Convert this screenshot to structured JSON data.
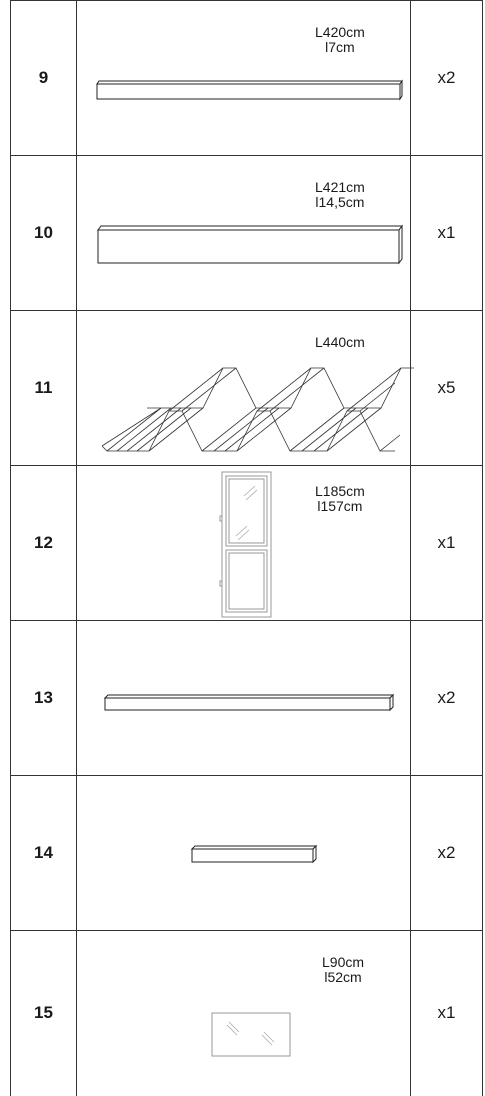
{
  "parts": [
    {
      "number": "9",
      "quantity": "x2",
      "length": "L420cm",
      "width": "l7cm"
    },
    {
      "number": "10",
      "quantity": "x1",
      "length": "L421cm",
      "width": "l14,5cm"
    },
    {
      "number": "11",
      "quantity": "x5",
      "length": "L440cm",
      "width": ""
    },
    {
      "number": "12",
      "quantity": "x1",
      "length": "L185cm",
      "width": "l157cm"
    },
    {
      "number": "13",
      "quantity": "x2",
      "length": "",
      "width": ""
    },
    {
      "number": "14",
      "quantity": "x2",
      "length": "",
      "width": ""
    },
    {
      "number": "15",
      "quantity": "x1",
      "length": "L90cm",
      "width": "l52cm"
    }
  ],
  "icons": {
    "9": "wooden-beam-icon",
    "10": "wide-board-icon",
    "11": "corrugated-roof-sheet-icon",
    "12": "glazed-door-icon",
    "13": "long-beam-icon",
    "14": "short-beam-icon",
    "15": "glass-pane-icon"
  }
}
